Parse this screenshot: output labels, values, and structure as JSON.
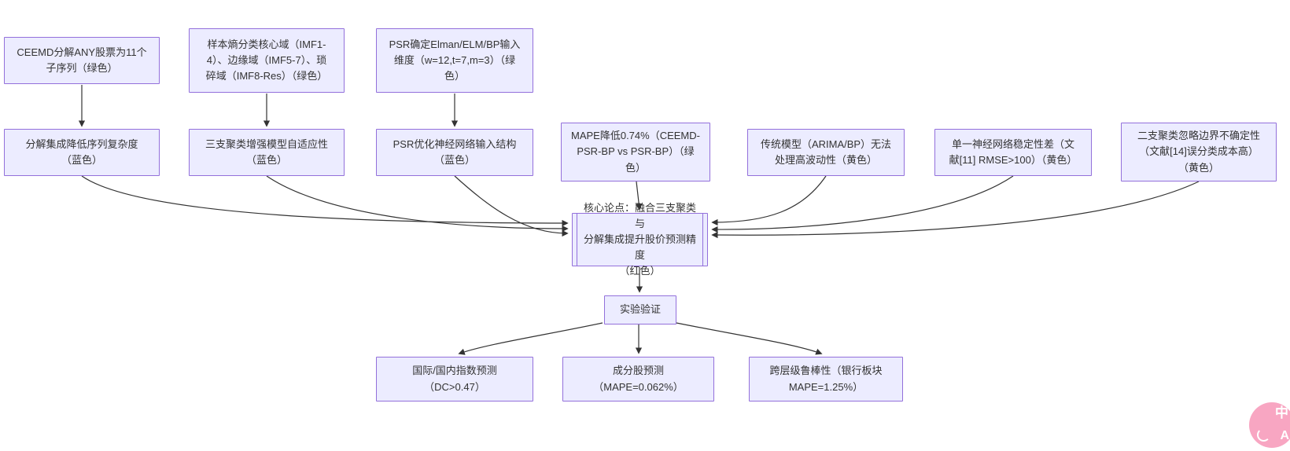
{
  "diagram": {
    "nodes": {
      "a1": {
        "label": "CEEMD分解ANY股票为11个\n子序列（绿色）"
      },
      "a2": {
        "label": "样本熵分类核心域（IMF1-\n4）、边缘域（IMF5-7）、琐\n碎域（IMF8-Res）（绿色）"
      },
      "a3": {
        "label": "PSR确定Elman/ELM/BP输入\n维度（w=12,t=7,m=3）（绿\n色）"
      },
      "b1": {
        "label": "分解集成降低序列复杂度\n（蓝色）"
      },
      "b2": {
        "label": "三支聚类增强模型自适应性\n（蓝色）"
      },
      "b3": {
        "label": "PSR优化神经网络输入结构\n（蓝色）"
      },
      "b4": {
        "label": "MAPE降低0.74%（CEEMD-\nPSR-BP vs PSR-BP）（绿\n色）"
      },
      "b5": {
        "label": "传统模型（ARIMA/BP）无法\n处理高波动性（黄色）"
      },
      "b6": {
        "label": "单一神经网络稳定性差（文\n献[11] RMSE>100）（黄色）"
      },
      "b7": {
        "label": "二支聚类忽略边界不确定性\n（文献[14]误分类成本高）\n（黄色）"
      },
      "core": {
        "label": "核心论点：融合三支聚类与\n分解集成提升股价预测精度\n（红色）"
      },
      "exp": {
        "label": "实验验证"
      },
      "c1": {
        "label": "国际/国内指数预测\n（DC>0.47）"
      },
      "c2": {
        "label": "成分股预测\n（MAPE=0.062%）"
      },
      "c3": {
        "label": "跨层级鲁棒性（银行板块\nMAPE=1.25%）"
      }
    },
    "colors": {
      "node_fill": "#ECECFF",
      "node_border": "#9370DB",
      "text": "#333333",
      "arrow": "#333333",
      "background": "#FFFFFF"
    }
  },
  "badge": {
    "char_top": "中",
    "char_bottom": "A",
    "color": "#F8A6C2"
  }
}
